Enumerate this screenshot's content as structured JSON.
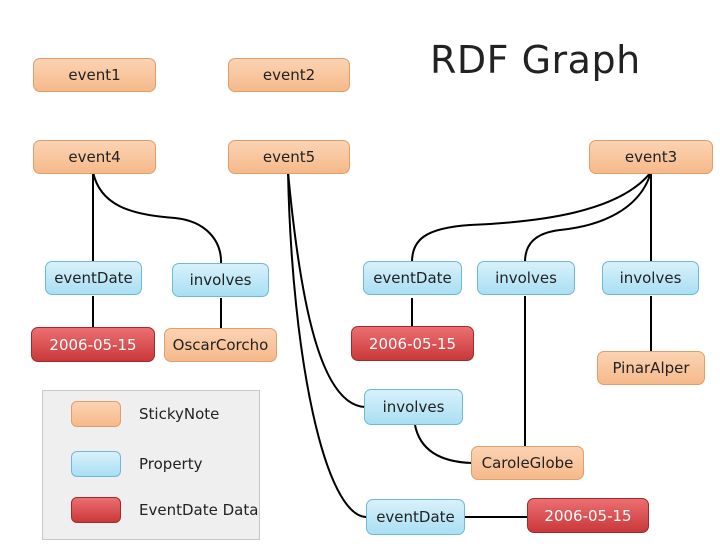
{
  "title": "RDF Graph",
  "colors": {
    "sticky": "#f6b98a",
    "property": "#a9dff3",
    "data": "#c9383a",
    "edge": "#000000"
  },
  "nodes": {
    "event1": "event1",
    "event2": "event2",
    "event3": "event3",
    "event4": "event4",
    "event5": "event5",
    "ev4_eventDate": "eventDate",
    "ev4_involves": "involves",
    "ev4_date": "2006-05-15",
    "oscar": "OscarCorcho",
    "ev3_eventDate": "eventDate",
    "ev3_involves_a": "involves",
    "ev3_involves_b": "involves",
    "ev3_date": "2006-05-15",
    "pinar": "PinarAlper",
    "ev5_involves": "involves",
    "carole": "CaroleGlobe",
    "ev5_eventDate": "eventDate",
    "ev5_date": "2006-05-15"
  },
  "legend": {
    "sticky": "StickyNote",
    "property": "Property",
    "data": "EventDate Data"
  }
}
